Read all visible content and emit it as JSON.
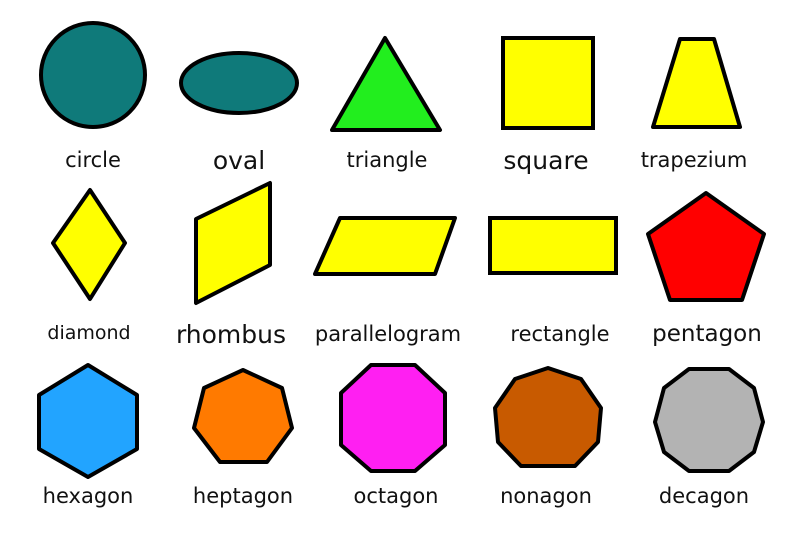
{
  "colors": {
    "outline": "#000000",
    "teal": "#0f7a7a",
    "green": "#22ee1e",
    "yellow": "#ffff00",
    "red": "#ff0000",
    "blue": "#22a4ff",
    "orange": "#ff7a00",
    "magenta": "#ff1ff2",
    "brown": "#c85a00",
    "gray": "#b3b3b3"
  },
  "shapes": [
    {
      "label": "circle",
      "color": "teal"
    },
    {
      "label": "oval",
      "color": "teal"
    },
    {
      "label": "triangle",
      "color": "green"
    },
    {
      "label": "square",
      "color": "yellow"
    },
    {
      "label": "trapezium",
      "color": "yellow"
    },
    {
      "label": "diamond",
      "color": "yellow"
    },
    {
      "label": "rhombus",
      "color": "yellow"
    },
    {
      "label": "parallelogram",
      "color": "yellow"
    },
    {
      "label": "rectangle",
      "color": "yellow"
    },
    {
      "label": "pentagon",
      "color": "red"
    },
    {
      "label": "hexagon",
      "color": "blue"
    },
    {
      "label": "heptagon",
      "color": "orange"
    },
    {
      "label": "octagon",
      "color": "magenta"
    },
    {
      "label": "nonagon",
      "color": "brown"
    },
    {
      "label": "decagon",
      "color": "gray"
    }
  ]
}
